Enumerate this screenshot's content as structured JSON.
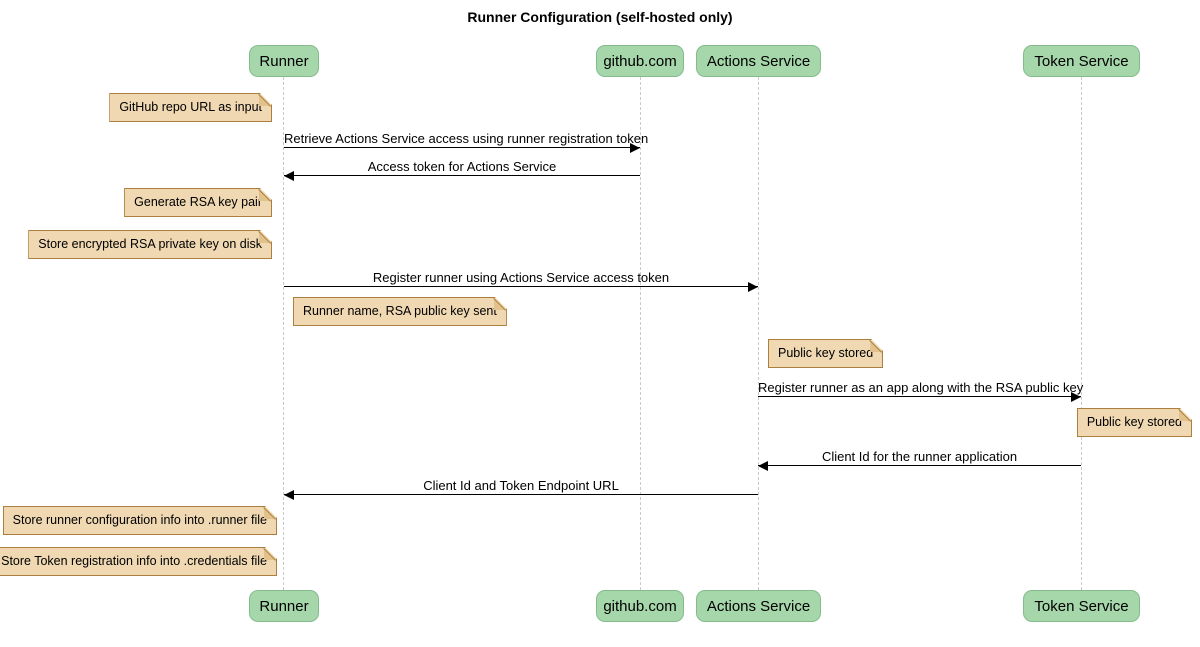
{
  "title": "Runner Configuration (self-hosted only)",
  "colors": {
    "background": "#ffffff",
    "text": "#000000",
    "participant_fill": "#a6d7ab",
    "participant_border": "#84bb8d",
    "note_fill": "#efd8b2",
    "note_border": "#ab7f3e",
    "note_fold": "#e2c28c",
    "lifeline": "#c9c9c9",
    "message_line": "#000000"
  },
  "participants": [
    {
      "name": "Runner"
    },
    {
      "name": "github.com"
    },
    {
      "name": "Actions Service"
    },
    {
      "name": "Token Service"
    }
  ],
  "messages": [
    {
      "from": "Runner",
      "to": "github.com",
      "direction": "right",
      "text": "Retrieve Actions Service access using runner registration token"
    },
    {
      "from": "github.com",
      "to": "Runner",
      "direction": "left",
      "text": "Access token for Actions Service"
    },
    {
      "from": "Runner",
      "to": "Actions Service",
      "direction": "right",
      "text": "Register runner using Actions Service access token"
    },
    {
      "from": "Actions Service",
      "to": "Token Service",
      "direction": "right",
      "text": "Register runner as an app along with the RSA public key"
    },
    {
      "from": "Token Service",
      "to": "Actions Service",
      "direction": "left",
      "text": "Client Id for the runner application"
    },
    {
      "from": "Actions Service",
      "to": "Runner",
      "direction": "left",
      "text": "Client Id and Token Endpoint URL"
    }
  ],
  "notes": [
    {
      "position": "left of Runner",
      "text": "GitHub repo URL as input"
    },
    {
      "position": "left of Runner",
      "text": "Generate RSA key pair"
    },
    {
      "position": "left of Runner",
      "text": "Store encrypted RSA private key on disk"
    },
    {
      "position": "right of Runner",
      "text": "Runner name, RSA public key sent"
    },
    {
      "position": "right of Actions Service",
      "text": "Public key stored"
    },
    {
      "position": "right of Token Service",
      "text": "Public key stored"
    },
    {
      "position": "left of Runner",
      "text": "Store runner configuration info into .runner file"
    },
    {
      "position": "left of Runner",
      "text": "Store Token registration info into .credentials file"
    }
  ]
}
